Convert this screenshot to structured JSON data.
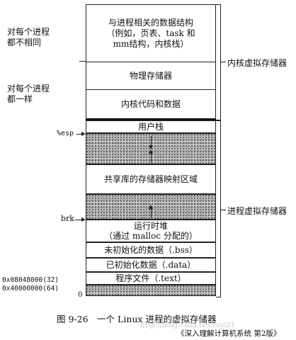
{
  "left_labels": {
    "per_process_diff": "对每个进程\n都不相同",
    "per_process_same": "对每个进程\n都一样"
  },
  "blocks": {
    "kernel_ds": "与进程相关的数据结构\n（例如，页表、task 和\nmm结构，内核栈）",
    "phys_mem": "物理存储器",
    "kernel_code": "内核代码和数据",
    "user_stack": "用户栈",
    "shared_lib": "共享库的存储器映射区域",
    "heap": "运行时堆\n（通过 malloc 分配的）",
    "bss": "未初始化的数据（.bss）",
    "data": "已初始化数据（.data）",
    "text": "程序文件（.text）"
  },
  "right_labels": {
    "kernel_vm": "内核虚拟存储器",
    "process_vm": "进程虚拟存储器"
  },
  "pointers": {
    "esp": "%esp",
    "brk": "brk",
    "addr32": "0x08048000(32)",
    "addr64": "0x40000000(64)",
    "zero": "0"
  },
  "caption": {
    "figure": "图 9-26　一个 Linux 进程的虚拟存储器",
    "source": "《深入理解计算机系统 第2版》",
    "watermark": "http://blog.csdn.net/fuyi21"
  }
}
